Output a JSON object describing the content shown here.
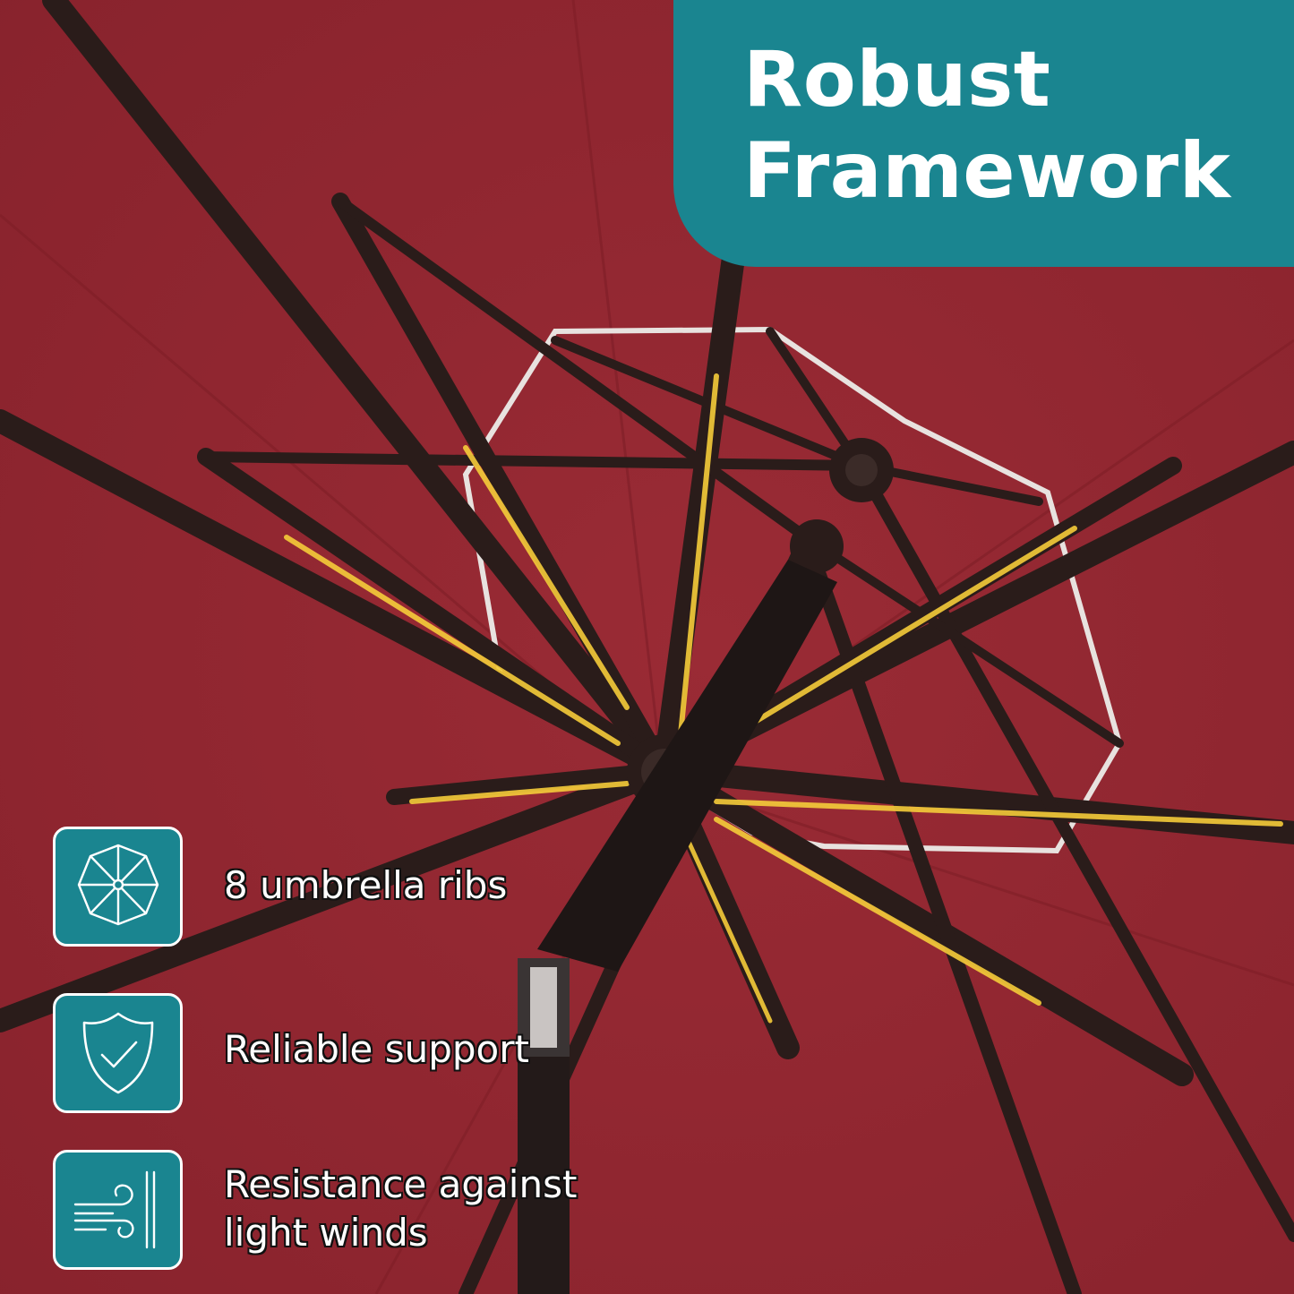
{
  "title": {
    "line1": "Robust",
    "line2": "Framework"
  },
  "features": [
    {
      "icon": "umbrella-top-icon",
      "text": "8 umbrella ribs"
    },
    {
      "icon": "shield-check-icon",
      "text": "Reliable support"
    },
    {
      "icon": "wind-wall-icon",
      "line1": "Resistance against",
      "line2": "light winds"
    }
  ],
  "colors": {
    "canopy": "#8f2630",
    "accent": "#1a8590",
    "frame": "#2a1c1a",
    "highlight": "#f2c230"
  }
}
